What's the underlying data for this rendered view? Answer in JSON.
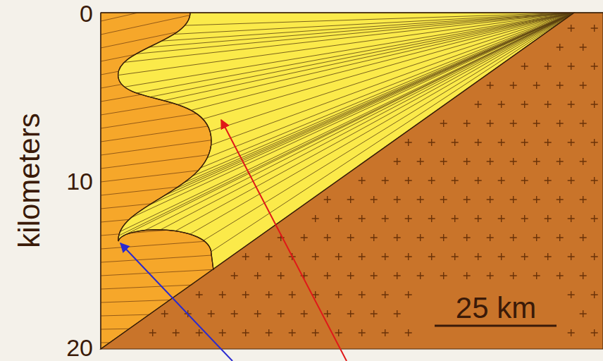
{
  "diagram": {
    "labels": [
      "0",
      "10",
      "20",
      "kilometers",
      "25 km"
    ]
  }
}
